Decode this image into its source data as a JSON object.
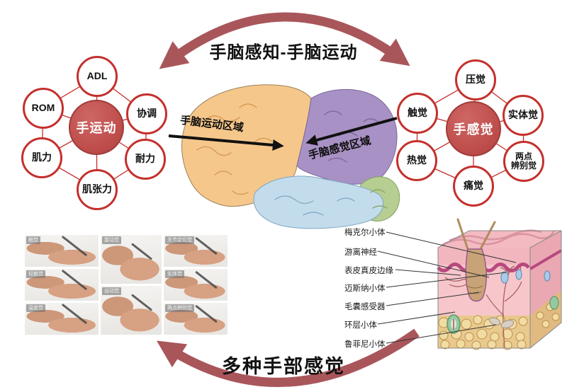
{
  "titles": {
    "top": "手脑感知-手脑运动",
    "bottom": "多种手部感觉"
  },
  "left_cluster": {
    "center": "手运动",
    "satellites": [
      "ADL",
      "协调",
      "耐力",
      "肌张力",
      "肌力",
      "ROM"
    ]
  },
  "right_cluster": {
    "center": "手感觉",
    "satellites": [
      "压觉",
      "实体觉",
      "两点\n辨别觉",
      "痛觉",
      "热觉",
      "触觉"
    ]
  },
  "brain": {
    "motor_area_label": "手脑运动区域",
    "sensory_area_label": "手脑感觉区域"
  },
  "photo_grid": {
    "labels": [
      "触觉",
      "轻触觉",
      "温度觉",
      "震动觉",
      "运动觉",
      "关节定位觉",
      "实体觉",
      "两点辨别觉"
    ]
  },
  "skin_diagram": {
    "labels": [
      "梅克尔小体",
      "游离神经",
      "表皮真皮边缘",
      "迈斯纳小体",
      "毛囊感受器",
      "环层小体",
      "鲁菲尼小体"
    ]
  },
  "colors": {
    "arc_red": "#a9565b",
    "circle_border": "#c4302c",
    "hub_fill": "#c0504d",
    "frontal_lobe": "#f6c78b",
    "parietal_lobe": "#a891c4",
    "temporal_lobe": "#c3dcec",
    "occipital_lobe": "#b6ce92"
  }
}
